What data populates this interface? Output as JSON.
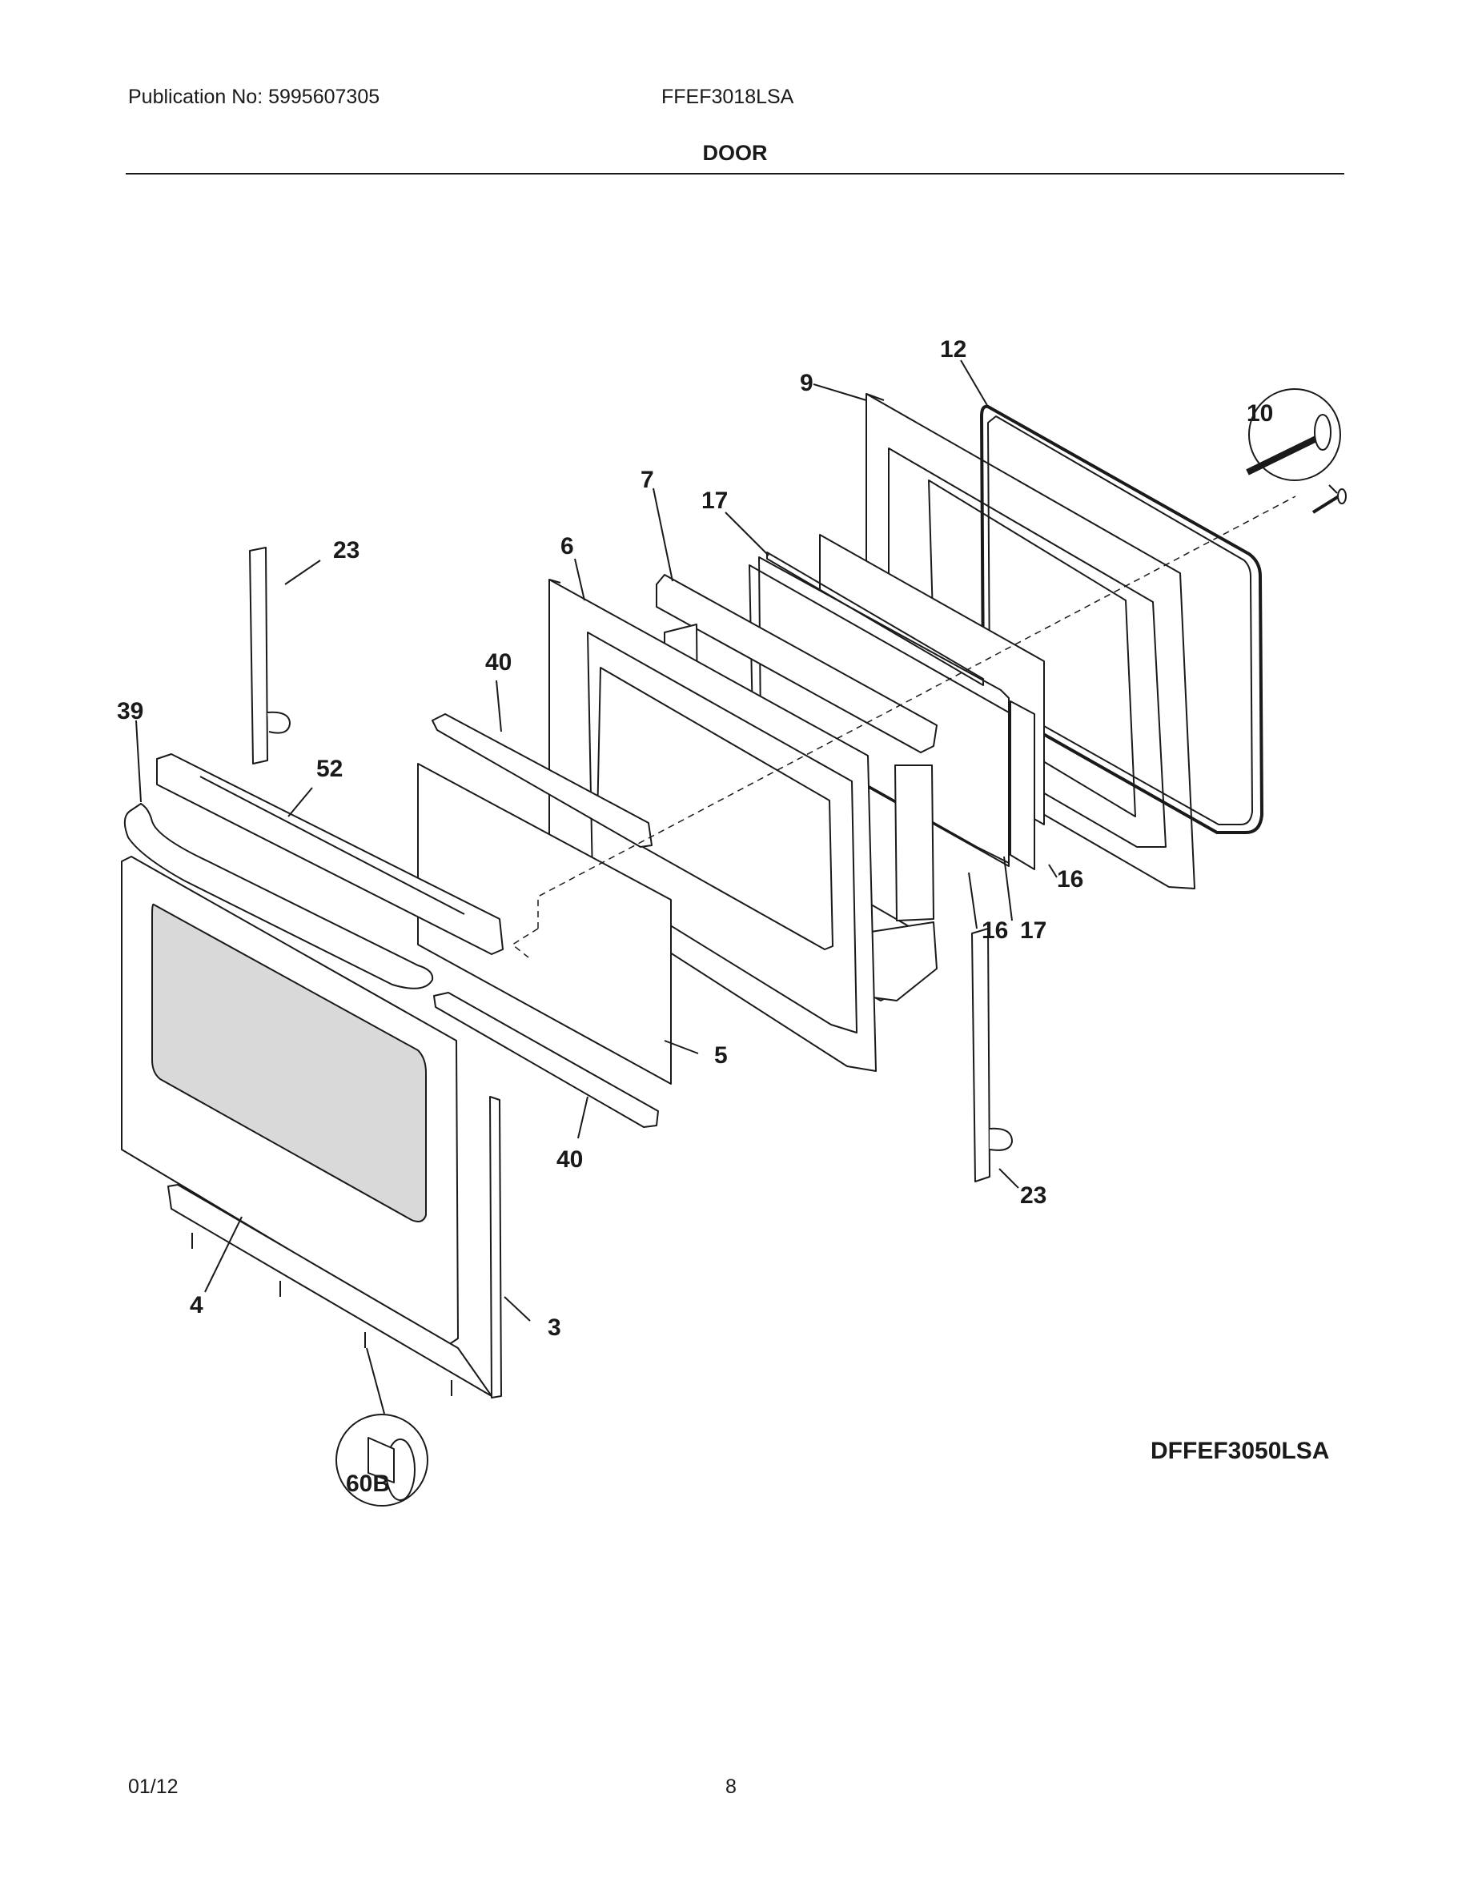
{
  "header": {
    "publication": "Publication No: 5995607305",
    "model": "FFEF3018LSA",
    "section_title": "DOOR"
  },
  "diagram": {
    "variant_label": "DFFEF3050LSA",
    "callouts": {
      "c12": "12",
      "c9": "9",
      "c10": "10",
      "c7": "7",
      "c17_top": "17",
      "c6": "6",
      "c23_top": "23",
      "c40_top": "40",
      "c39": "39",
      "c52": "52",
      "c16_right": "16",
      "c16_bottom": "16",
      "c17_bottom": "17",
      "c5": "5",
      "c40_bottom": "40",
      "c23_bottom": "23",
      "c4": "4",
      "c3": "3",
      "c60b": "60B"
    }
  },
  "footer": {
    "date": "01/12",
    "page_number": "8"
  }
}
